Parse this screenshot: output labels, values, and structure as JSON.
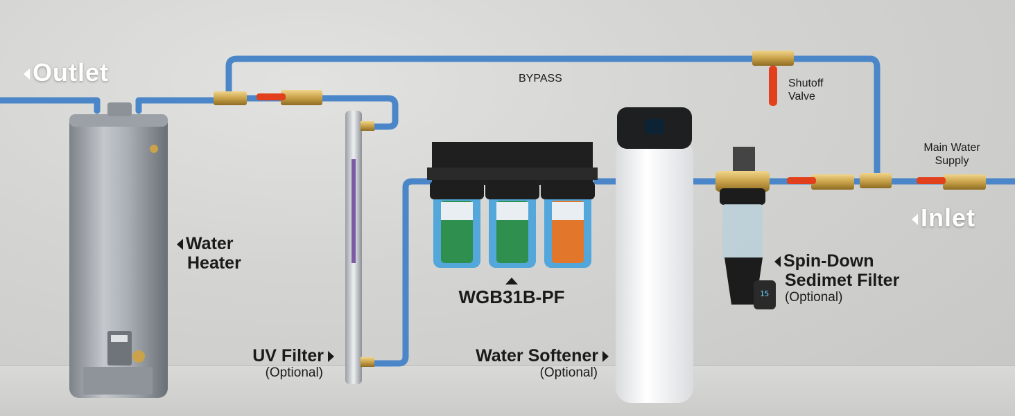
{
  "labels": {
    "outlet": "Outlet",
    "inlet": "Inlet",
    "bypass": "BYPASS",
    "shutoff_valve_line1": "Shutoff",
    "shutoff_valve_line2": "Valve",
    "main_supply_line1": "Main Water",
    "main_supply_line2": "Supply",
    "water_heater_line1": "Water",
    "water_heater_line2": "Heater",
    "uv_filter": "UV Filter",
    "uv_filter_optional": "(Optional)",
    "filter_model": "WGB31B-PF",
    "water_softener": "Water Softener",
    "water_softener_optional": "(Optional)",
    "spin_down_line1": "Spin-Down",
    "spin_down_line2": "Sedimet Filter",
    "spin_down_optional": "(Optional)",
    "spin_down_display": "15"
  },
  "colors": {
    "pipe": "#4a86c8",
    "pipe_dark": "#2f68a8",
    "brass": "#c9a24a",
    "valve_handle": "#e2401c",
    "label_text": "#1a1a1a",
    "outlet_inlet_text": "#ffffff",
    "cartridge_green": "#2f8f4e",
    "cartridge_orange": "#e2762a",
    "housing_blue": "#4aa6e0"
  },
  "icons": [
    "left-arrow-icon",
    "right-arrow-icon",
    "up-arrow-icon"
  ]
}
